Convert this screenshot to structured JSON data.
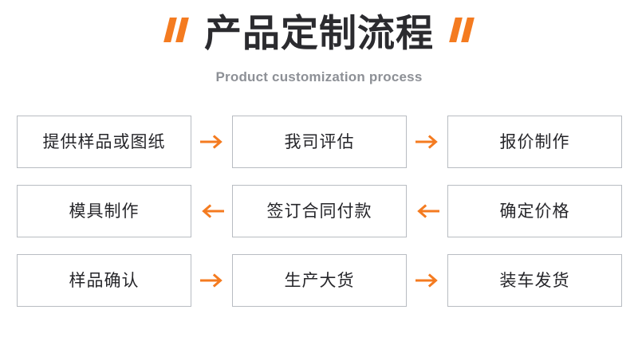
{
  "header": {
    "title": "产品定制流程",
    "subtitle": "Product customization process",
    "quote_left_icon": "quote-open-icon",
    "quote_right_icon": "quote-close-icon",
    "title_color": "#2b2b2f",
    "subtitle_color": "#8d9096"
  },
  "theme": {
    "accent": "#f47b20",
    "box_border": "#b8bcc2",
    "background": "#ffffff",
    "box_text": "#26262a"
  },
  "flow": {
    "rows": [
      {
        "direction": "right",
        "arrow_icon": "arrow-right-icon",
        "boxes": [
          {
            "label": "提供样品或图纸"
          },
          {
            "label": "我司评估"
          },
          {
            "label": "报价制作"
          }
        ]
      },
      {
        "direction": "left",
        "arrow_icon": "arrow-left-icon",
        "boxes": [
          {
            "label": "模具制作"
          },
          {
            "label": "签订合同付款"
          },
          {
            "label": "确定价格"
          }
        ]
      },
      {
        "direction": "right",
        "arrow_icon": "arrow-right-icon",
        "boxes": [
          {
            "label": "样品确认"
          },
          {
            "label": "生产大货"
          },
          {
            "label": "装车发货"
          }
        ]
      }
    ]
  }
}
